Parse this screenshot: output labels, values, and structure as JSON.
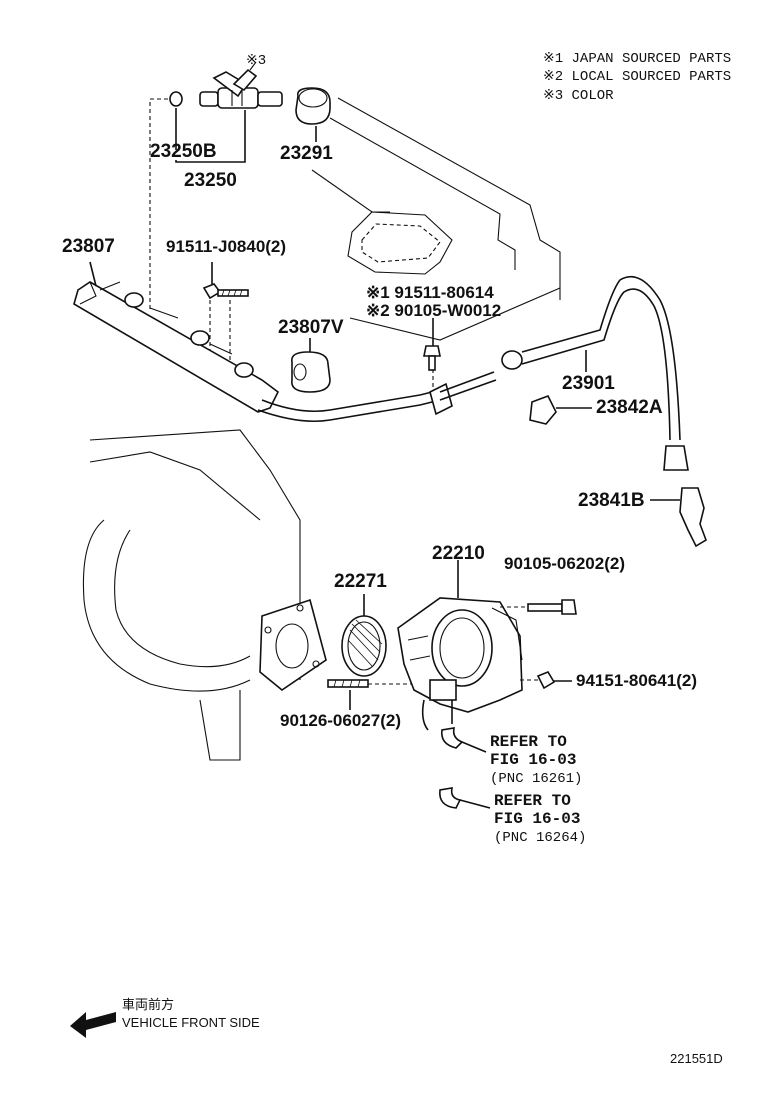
{
  "notes": [
    "※1 JAPAN SOURCED PARTS",
    "※2 LOCAL SOURCED PARTS",
    "※3 COLOR"
  ],
  "parts": {
    "p_note3": "※3",
    "p_23250B": "23250B",
    "p_23250": "23250",
    "p_23291": "23291",
    "p_23807": "23807",
    "p_91511J": "91511-J0840(2)",
    "p_91511_80614": "※1 91511-80614",
    "p_90105_W0012": "※2 90105-W0012",
    "p_23807V": "23807V",
    "p_23901": "23901",
    "p_23842A": "23842A",
    "p_23841B": "23841B",
    "p_22210": "22210",
    "p_22271": "22271",
    "p_90105_06202": "90105-06202(2)",
    "p_94151": "94151-80641(2)",
    "p_90126": "90126-06027(2)"
  },
  "refs": [
    {
      "l1": "REFER TO",
      "l2": "FIG 16-03",
      "l3": "(PNC 16261)"
    },
    {
      "l1": "REFER TO",
      "l2": "FIG 16-03",
      "l3": "(PNC 16264)"
    }
  ],
  "front": {
    "jp": "車両前方",
    "en": "VEHICLE FRONT SIDE"
  },
  "figure_id": "221551D"
}
